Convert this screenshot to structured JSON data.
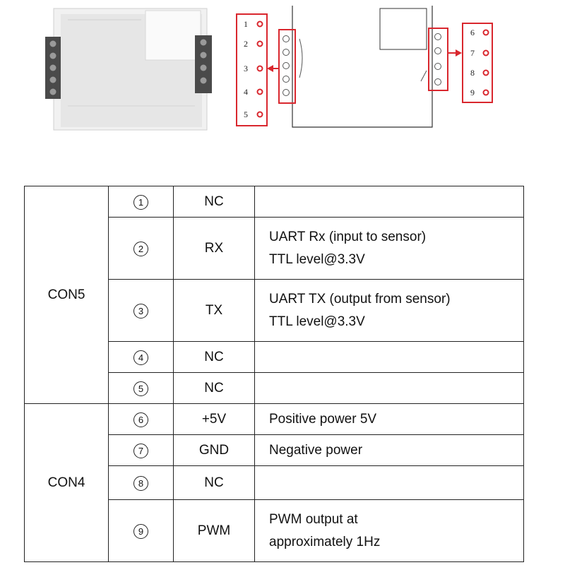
{
  "pin_labels_left": [
    "1",
    "2",
    "3",
    "4",
    "5"
  ],
  "pin_labels_right": [
    "6",
    "7",
    "8",
    "9"
  ],
  "accent_color": "#d9272e",
  "table": {
    "groups": [
      {
        "connector": "CON5",
        "rows": [
          {
            "num": "1",
            "signal": "NC",
            "desc": []
          },
          {
            "num": "2",
            "signal": "RX",
            "desc": [
              "UART Rx (input to sensor)",
              "TTL level@3.3V"
            ]
          },
          {
            "num": "3",
            "signal": "TX",
            "desc": [
              "UART TX (output from sensor)",
              "TTL level@3.3V"
            ]
          },
          {
            "num": "4",
            "signal": "NC",
            "desc": []
          },
          {
            "num": "5",
            "signal": "NC",
            "desc": []
          }
        ]
      },
      {
        "connector": "CON4",
        "rows": [
          {
            "num": "6",
            "signal": "+5V",
            "desc": [
              "Positive power 5V"
            ]
          },
          {
            "num": "7",
            "signal": "GND",
            "desc": [
              "Negative power"
            ]
          },
          {
            "num": "8",
            "signal": "NC",
            "desc": []
          },
          {
            "num": "9",
            "signal": "PWM",
            "desc": [
              "PWM output at",
              "approximately 1Hz"
            ]
          }
        ]
      }
    ]
  }
}
